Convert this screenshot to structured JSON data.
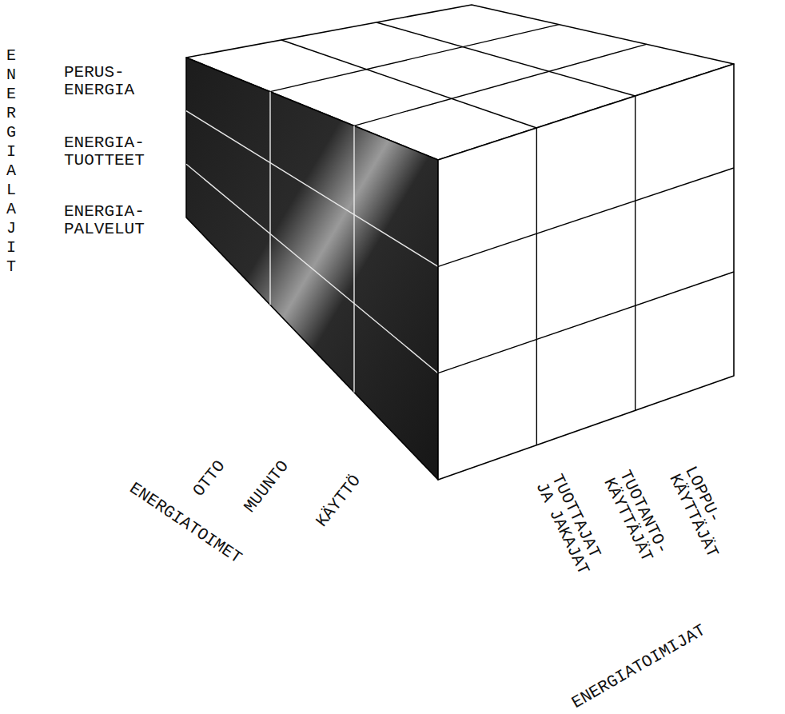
{
  "diagram": {
    "labels": [
      "ENERGIALAJIT",
      "PERUS- ENERGIA",
      "ENERGIA- TUOTTEET",
      "ENERGIA- PALVELUT",
      "OTTO",
      "MUUNTO",
      "KÄYTTÖ",
      "ENERGIATOIMET",
      "TUOTTAJAT JA JAKAJAT",
      "TUOTANTO- KÄYTTÄJÄT",
      "LOPPU- KÄYTTÄJÄT",
      "ENERGIATOIMIJAT"
    ]
  }
}
